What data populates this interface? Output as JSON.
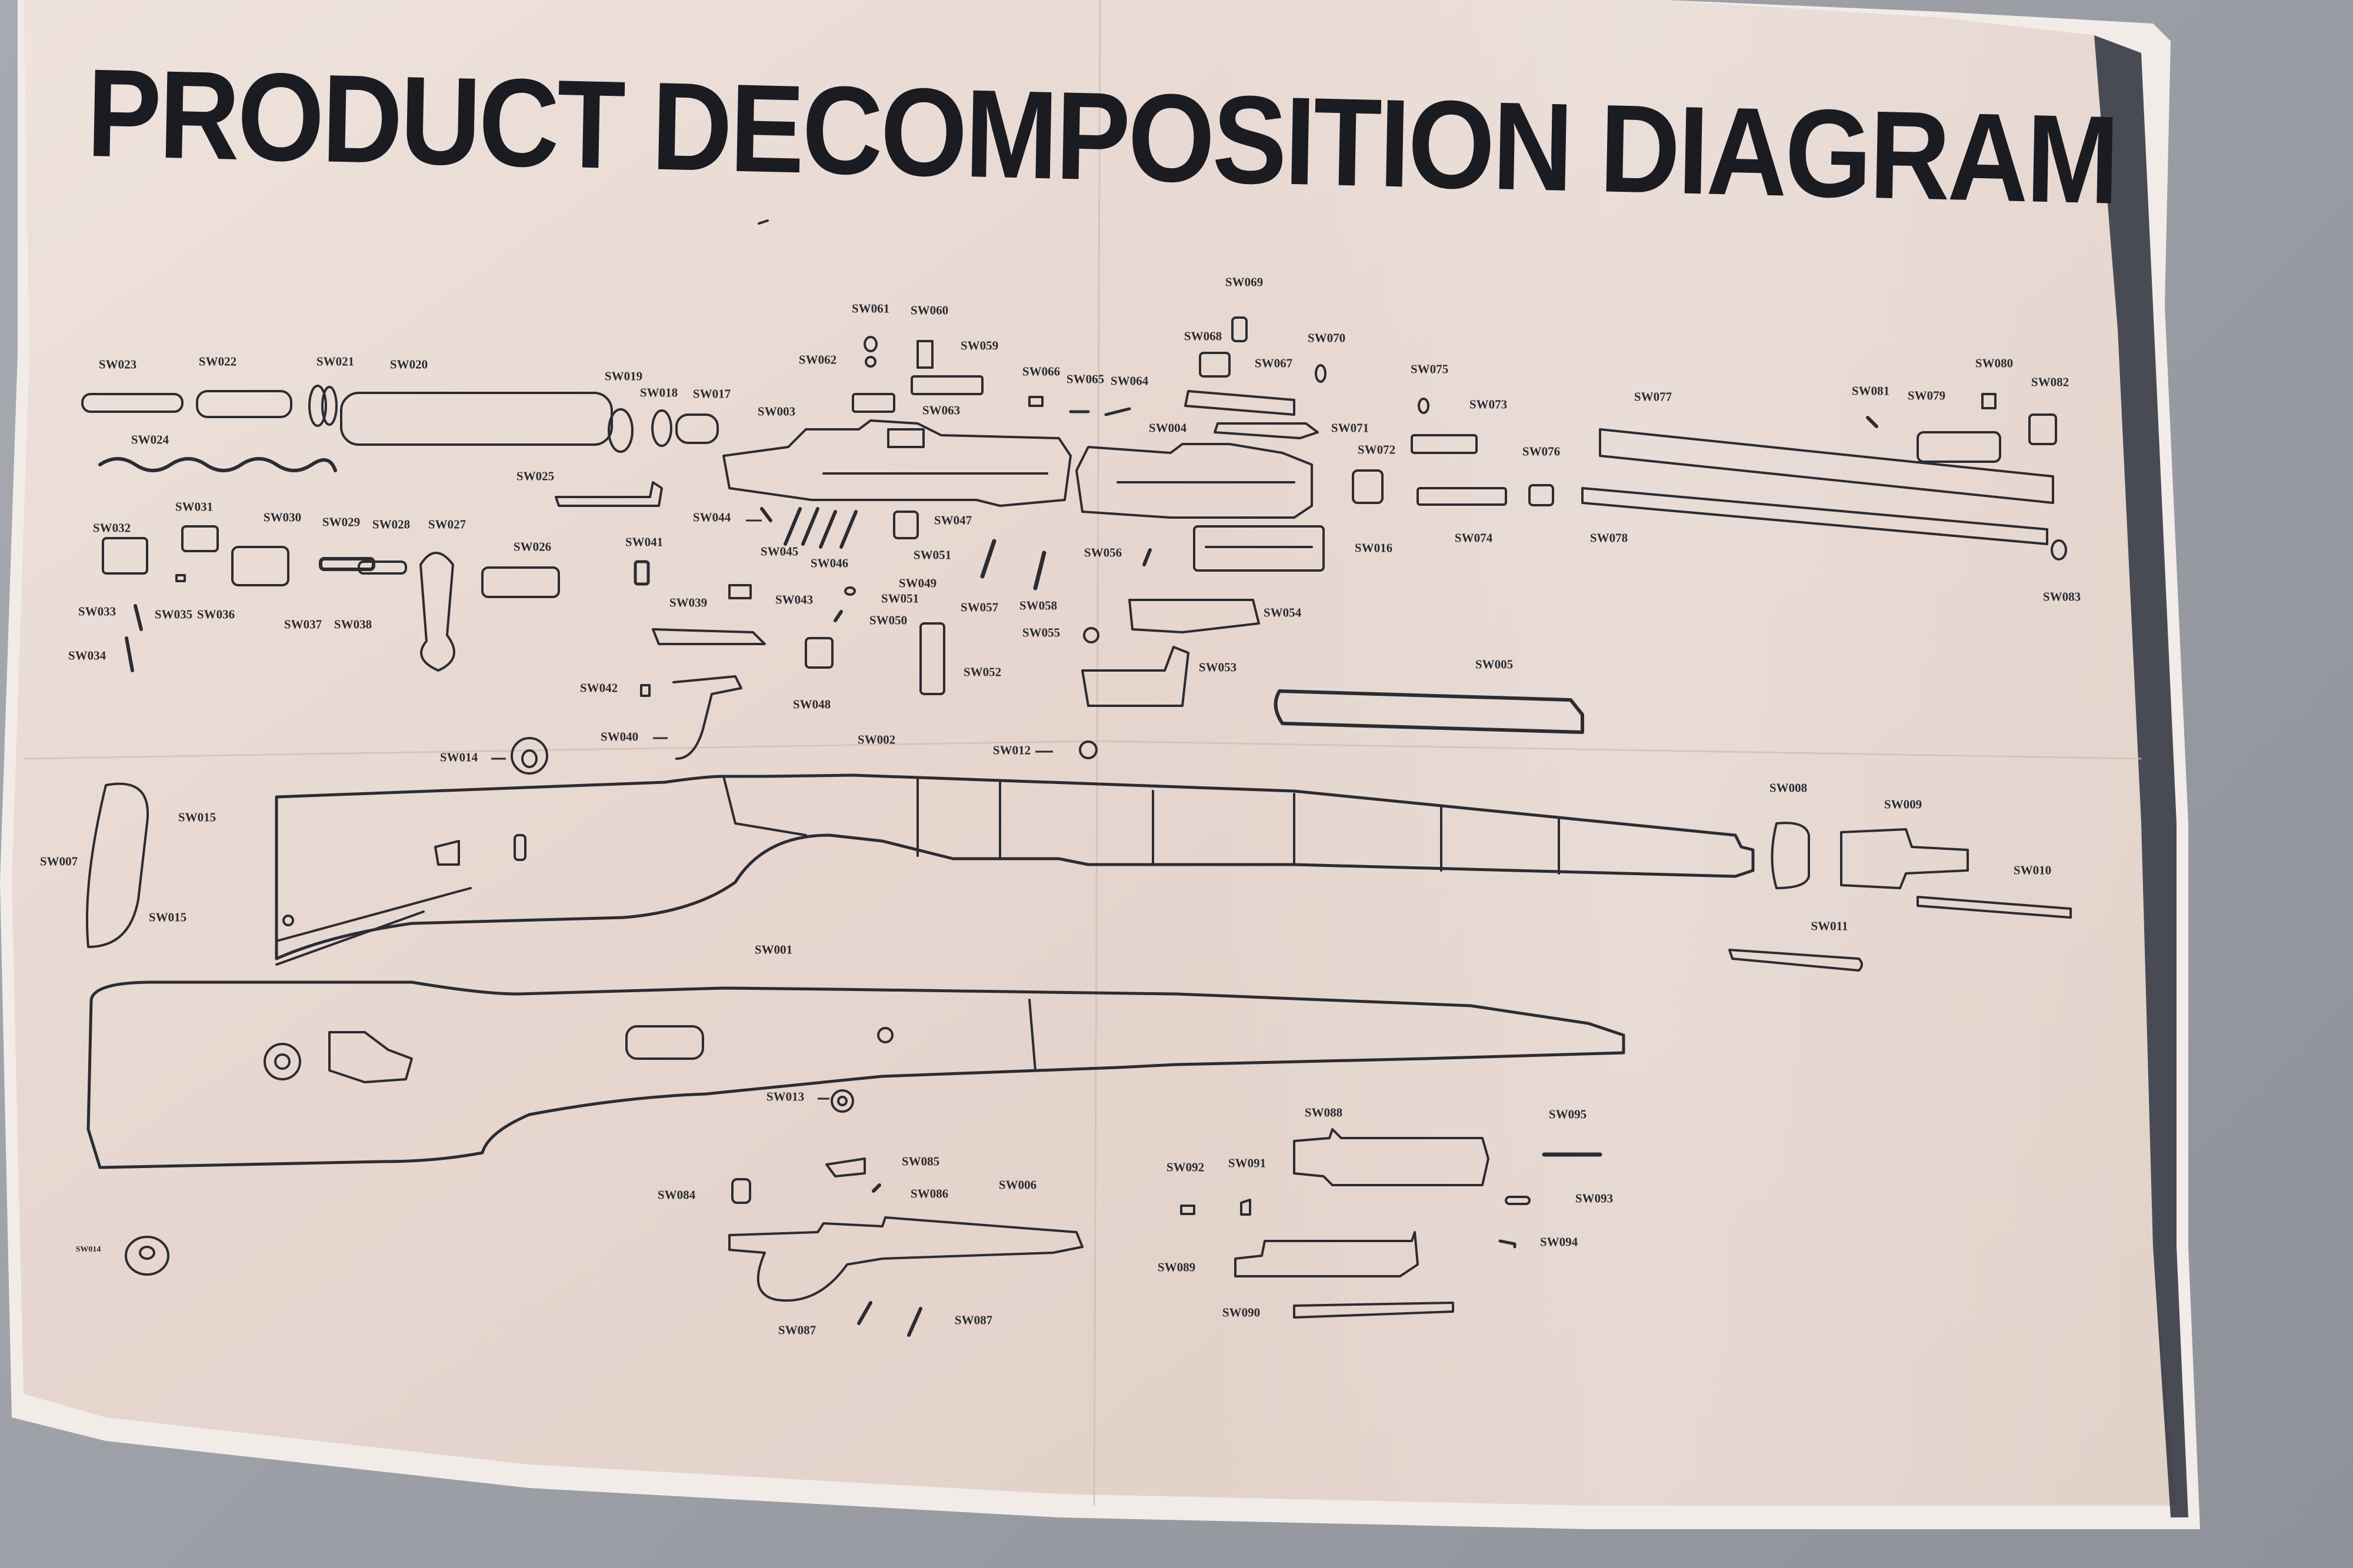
{
  "title": "PRODUCT DECOMPOSITION DIAGRAM",
  "parts": [
    {
      "id": "sw023",
      "label": "SW023"
    },
    {
      "id": "sw022",
      "label": "SW022"
    },
    {
      "id": "sw021",
      "label": "SW021"
    },
    {
      "id": "sw020",
      "label": "SW020"
    },
    {
      "id": "sw019",
      "label": "SW019"
    },
    {
      "id": "sw018",
      "label": "SW018"
    },
    {
      "id": "sw017",
      "label": "SW017"
    },
    {
      "id": "sw024",
      "label": "SW024"
    },
    {
      "id": "sw025",
      "label": "SW025"
    },
    {
      "id": "sw003",
      "label": "SW003"
    },
    {
      "id": "sw061",
      "label": "SW061"
    },
    {
      "id": "sw060",
      "label": "SW060"
    },
    {
      "id": "sw059",
      "label": "SW059"
    },
    {
      "id": "sw062",
      "label": "SW062"
    },
    {
      "id": "sw063",
      "label": "SW063"
    },
    {
      "id": "sw066",
      "label": "SW066"
    },
    {
      "id": "sw065",
      "label": "SW065"
    },
    {
      "id": "sw064",
      "label": "SW064"
    },
    {
      "id": "sw069",
      "label": "SW069"
    },
    {
      "id": "sw068",
      "label": "SW068"
    },
    {
      "id": "sw067",
      "label": "SW067"
    },
    {
      "id": "sw070",
      "label": "SW070"
    },
    {
      "id": "sw071",
      "label": "SW071"
    },
    {
      "id": "sw004",
      "label": "SW004"
    },
    {
      "id": "sw075",
      "label": "SW075"
    },
    {
      "id": "sw073",
      "label": "SW073"
    },
    {
      "id": "sw072",
      "label": "SW072"
    },
    {
      "id": "sw076",
      "label": "SW076"
    },
    {
      "id": "sw074",
      "label": "SW074"
    },
    {
      "id": "sw077",
      "label": "SW077"
    },
    {
      "id": "sw078",
      "label": "SW078"
    },
    {
      "id": "sw081",
      "label": "SW081"
    },
    {
      "id": "sw079",
      "label": "SW079"
    },
    {
      "id": "sw080",
      "label": "SW080"
    },
    {
      "id": "sw082",
      "label": "SW082"
    },
    {
      "id": "sw083",
      "label": "SW083"
    },
    {
      "id": "sw032",
      "label": "SW032"
    },
    {
      "id": "sw031",
      "label": "SW031"
    },
    {
      "id": "sw030",
      "label": "SW030"
    },
    {
      "id": "sw029",
      "label": "SW029"
    },
    {
      "id": "sw028",
      "label": "SW028"
    },
    {
      "id": "sw027",
      "label": "SW027"
    },
    {
      "id": "sw026",
      "label": "SW026"
    },
    {
      "id": "sw033",
      "label": "SW033"
    },
    {
      "id": "sw035",
      "label": "SW035"
    },
    {
      "id": "sw036",
      "label": "SW036"
    },
    {
      "id": "sw037",
      "label": "SW037"
    },
    {
      "id": "sw038",
      "label": "SW038"
    },
    {
      "id": "sw034",
      "label": "SW034"
    },
    {
      "id": "sw041",
      "label": "SW041"
    },
    {
      "id": "sw044",
      "label": "SW044"
    },
    {
      "id": "sw045",
      "label": "SW045"
    },
    {
      "id": "sw046",
      "label": "SW046"
    },
    {
      "id": "sw047",
      "label": "SW047"
    },
    {
      "id": "sw051a",
      "label": "SW051"
    },
    {
      "id": "sw049",
      "label": "SW049"
    },
    {
      "id": "sw051b",
      "label": "SW051"
    },
    {
      "id": "sw050",
      "label": "SW050"
    },
    {
      "id": "sw043",
      "label": "SW043"
    },
    {
      "id": "sw039",
      "label": "SW039"
    },
    {
      "id": "sw057",
      "label": "SW057"
    },
    {
      "id": "sw058",
      "label": "SW058"
    },
    {
      "id": "sw056",
      "label": "SW056"
    },
    {
      "id": "sw016",
      "label": "SW016"
    },
    {
      "id": "sw054",
      "label": "SW054"
    },
    {
      "id": "sw055",
      "label": "SW055"
    },
    {
      "id": "sw053",
      "label": "SW053"
    },
    {
      "id": "sw052",
      "label": "SW052"
    },
    {
      "id": "sw048",
      "label": "SW048"
    },
    {
      "id": "sw042",
      "label": "SW042"
    },
    {
      "id": "sw040",
      "label": "SW040"
    },
    {
      "id": "sw005",
      "label": "SW005"
    },
    {
      "id": "sw014",
      "label": "SW014"
    },
    {
      "id": "sw002",
      "label": "SW002"
    },
    {
      "id": "sw012",
      "label": "SW012"
    },
    {
      "id": "sw015a",
      "label": "SW015"
    },
    {
      "id": "sw007",
      "label": "SW007"
    },
    {
      "id": "sw015b",
      "label": "SW015"
    },
    {
      "id": "sw008",
      "label": "SW008"
    },
    {
      "id": "sw009",
      "label": "SW009"
    },
    {
      "id": "sw010",
      "label": "SW010"
    },
    {
      "id": "sw011",
      "label": "SW011"
    },
    {
      "id": "sw001",
      "label": "SW001"
    },
    {
      "id": "sw013",
      "label": "SW013"
    },
    {
      "id": "sw088",
      "label": "SW088"
    },
    {
      "id": "sw095",
      "label": "SW095"
    },
    {
      "id": "sw092",
      "label": "SW092"
    },
    {
      "id": "sw091",
      "label": "SW091"
    },
    {
      "id": "sw093",
      "label": "SW093"
    },
    {
      "id": "sw094",
      "label": "SW094"
    },
    {
      "id": "sw085",
      "label": "SW085"
    },
    {
      "id": "sw086",
      "label": "SW086"
    },
    {
      "id": "sw084",
      "label": "SW084"
    },
    {
      "id": "sw006",
      "label": "SW006"
    },
    {
      "id": "sw089",
      "label": "SW089"
    },
    {
      "id": "sw090",
      "label": "SW090"
    },
    {
      "id": "sw087a",
      "label": "SW087"
    },
    {
      "id": "sw087b",
      "label": "SW087"
    },
    {
      "id": "sw014b",
      "label": "SW014"
    }
  ]
}
